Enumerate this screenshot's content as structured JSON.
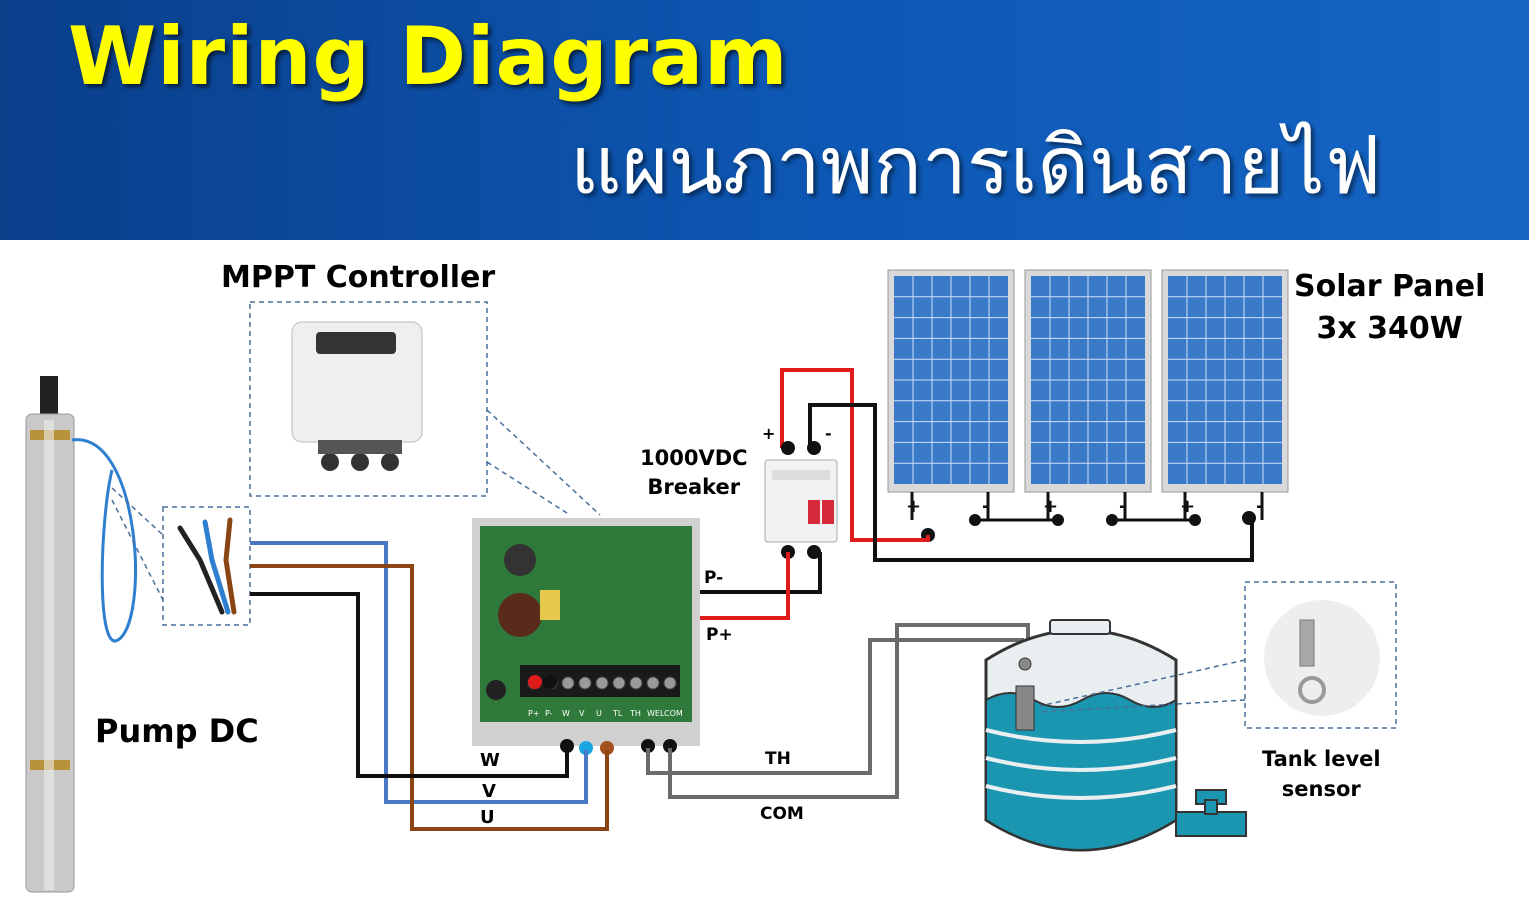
{
  "header": {
    "title": "Wiring Diagram",
    "subtitle": "แผนภาพการเดินสายไฟ"
  },
  "labels": {
    "mppt_controller": "MPPT Controller",
    "solar_panel_line1": "Solar Panel",
    "solar_panel_line2": "3x 340W",
    "breaker_line1": "1000VDC",
    "breaker_line2": "Breaker",
    "pump": "Pump DC",
    "tank_sensor_line1": "Tank level",
    "tank_sensor_line2": "sensor",
    "breaker_plus": "+",
    "breaker_minus": "-",
    "p_minus": "P-",
    "p_plus": "P+",
    "wire_w": "W",
    "wire_v": "V",
    "wire_u": "U",
    "wire_th": "TH",
    "wire_com": "COM"
  },
  "terminals": [
    "P+",
    "P-",
    "W",
    "V",
    "U",
    "TL",
    "TH",
    "WEL",
    "COM"
  ],
  "panel_polarity": [
    "+",
    "-",
    "+",
    "-",
    "+",
    "-"
  ],
  "colors": {
    "header_bg": "#0d58b5",
    "title": "#ffff00",
    "wire_red": "#e01b1b",
    "wire_black": "#111111",
    "wire_blue": "#4a78c4",
    "wire_brown": "#8b4513",
    "wire_gray": "#6b6b6b",
    "pcb_green": "#2f7a3a",
    "panel_blue": "#3a78c8",
    "tank_teal": "#1b96b0"
  }
}
